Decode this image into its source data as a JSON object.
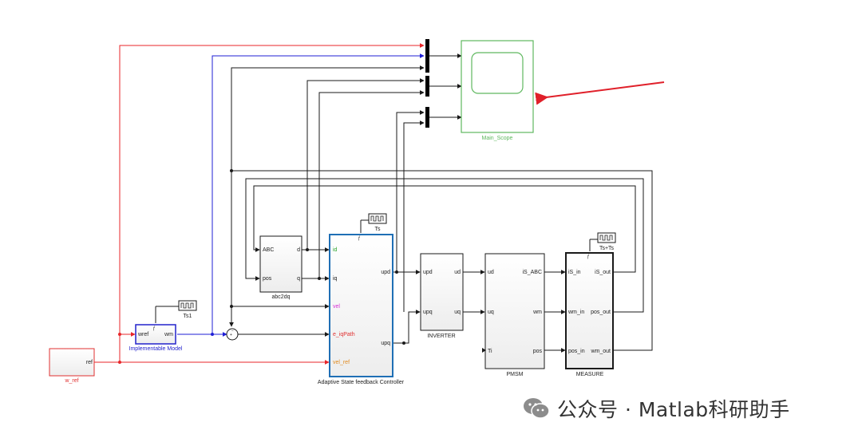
{
  "blocks": {
    "scope": {
      "name": "Main_Scope"
    },
    "w_ref": {
      "name": "w_ref",
      "out": "ref"
    },
    "impl": {
      "name": "Implementable Model",
      "in": "wref",
      "out": "wm"
    },
    "abc2dq": {
      "name": "abc2dq",
      "in1": "ABC",
      "in2": "pos",
      "out1": "d",
      "out2": "q"
    },
    "controller": {
      "name": "Adaptive State feedback Controller",
      "inputs": [
        "id",
        "iq",
        "vel",
        "e_iqPath",
        "vel_ref"
      ],
      "outputs": [
        "upd",
        "upq"
      ]
    },
    "inverter": {
      "name": "INVERTER",
      "in1": "upd",
      "in2": "upq",
      "out1": "ud",
      "out2": "uq"
    },
    "pmsm": {
      "name": "PMSM",
      "in1": "ud",
      "in2": "uq",
      "in3": "Ti",
      "out1": "iS_ABC",
      "out2": "wm",
      "out3": "pos"
    },
    "measure": {
      "name": "MEASURE",
      "in1": "iS_in",
      "in2": "wm_in",
      "in3": "pos_in",
      "out1": "iS_out",
      "out2": "pos_out",
      "out3": "wm_out"
    }
  },
  "clocks": {
    "ts": "Ts",
    "ts1": "Ts1",
    "tsts": "Ts+Ts"
  },
  "watermark": {
    "text": "公众号 · Matlab科研助手"
  },
  "colors": {
    "red": "#e8262a",
    "blue": "#1f1fd6",
    "scope_green": "#5fb85f",
    "controller_border": "#1f6fb5",
    "wref_border": "#e03030",
    "impl_border": "#2222cc",
    "label_green": "#2ca52c",
    "label_magenta": "#d62fd6",
    "label_red": "#e03030",
    "label_orange": "#e08a1e"
  }
}
